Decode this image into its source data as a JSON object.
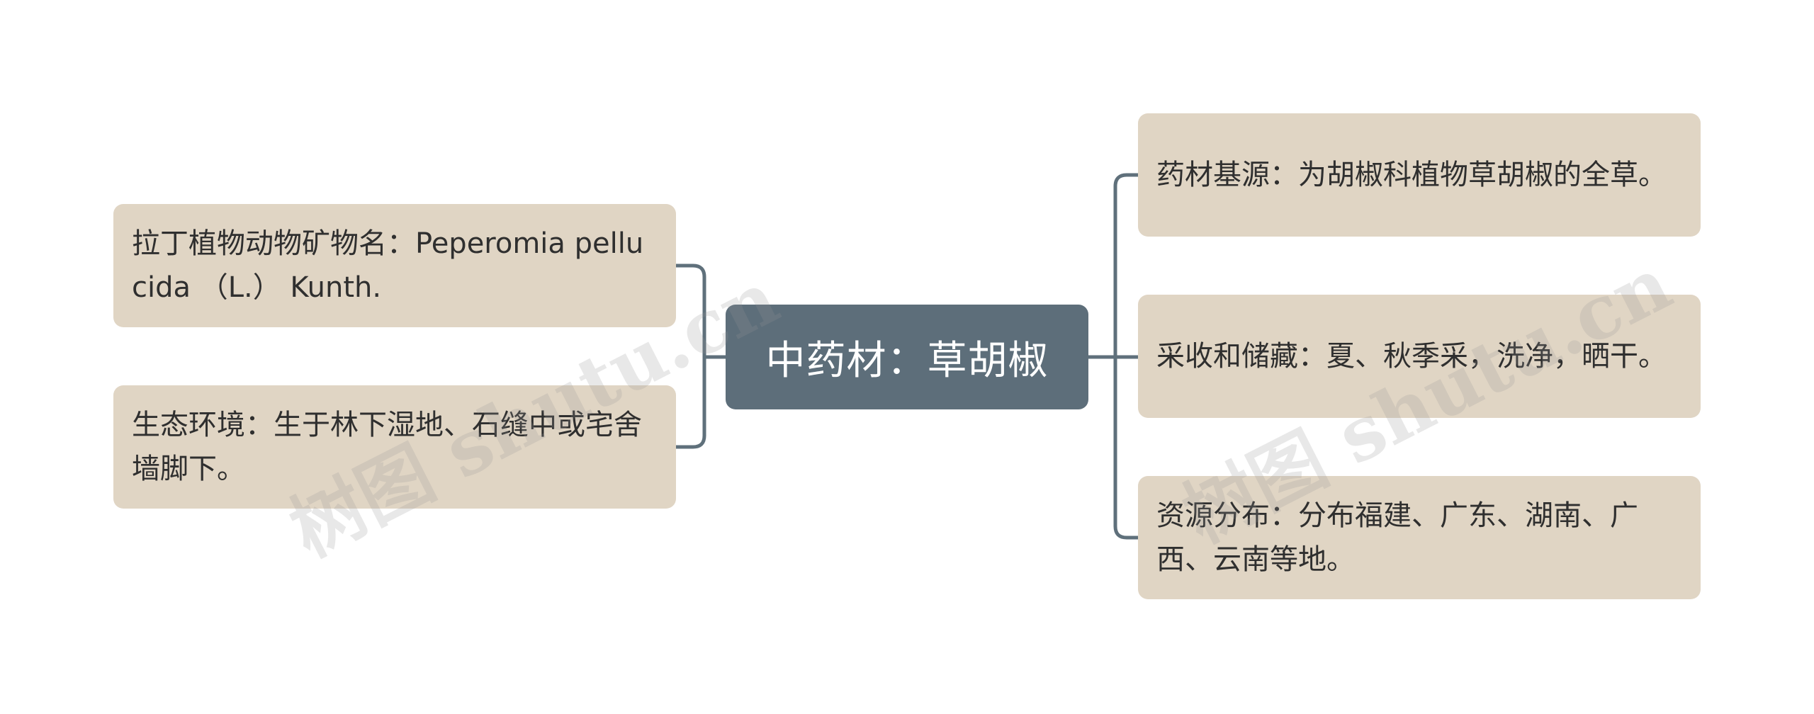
{
  "mindmap": {
    "root": {
      "label": "中药材：草胡椒"
    },
    "left_branches": [
      {
        "id": "latin",
        "label": "拉丁植物动物矿物名：Peperomia pellucida （L.） Kunth."
      },
      {
        "id": "habitat",
        "label": "生态环境：生于林下湿地、石缝中或宅舍墙脚下。"
      }
    ],
    "right_branches": [
      {
        "id": "source",
        "label": "药材基源：为胡椒科植物草胡椒的全草。"
      },
      {
        "id": "harvest",
        "label": "采收和储藏：夏、秋季采，洗净，晒干。"
      },
      {
        "id": "distribution",
        "label": "资源分布：分布福建、广东、湖南、广西、云南等地。"
      }
    ]
  },
  "watermark": {
    "text": "树图 shutu.cn"
  },
  "colors": {
    "root_fill": "#5d6e7a",
    "branch_fill": "#e0d5c4",
    "connector": "#5f707b",
    "root_text": "#ffffff",
    "branch_text": "#2f2f2f"
  }
}
